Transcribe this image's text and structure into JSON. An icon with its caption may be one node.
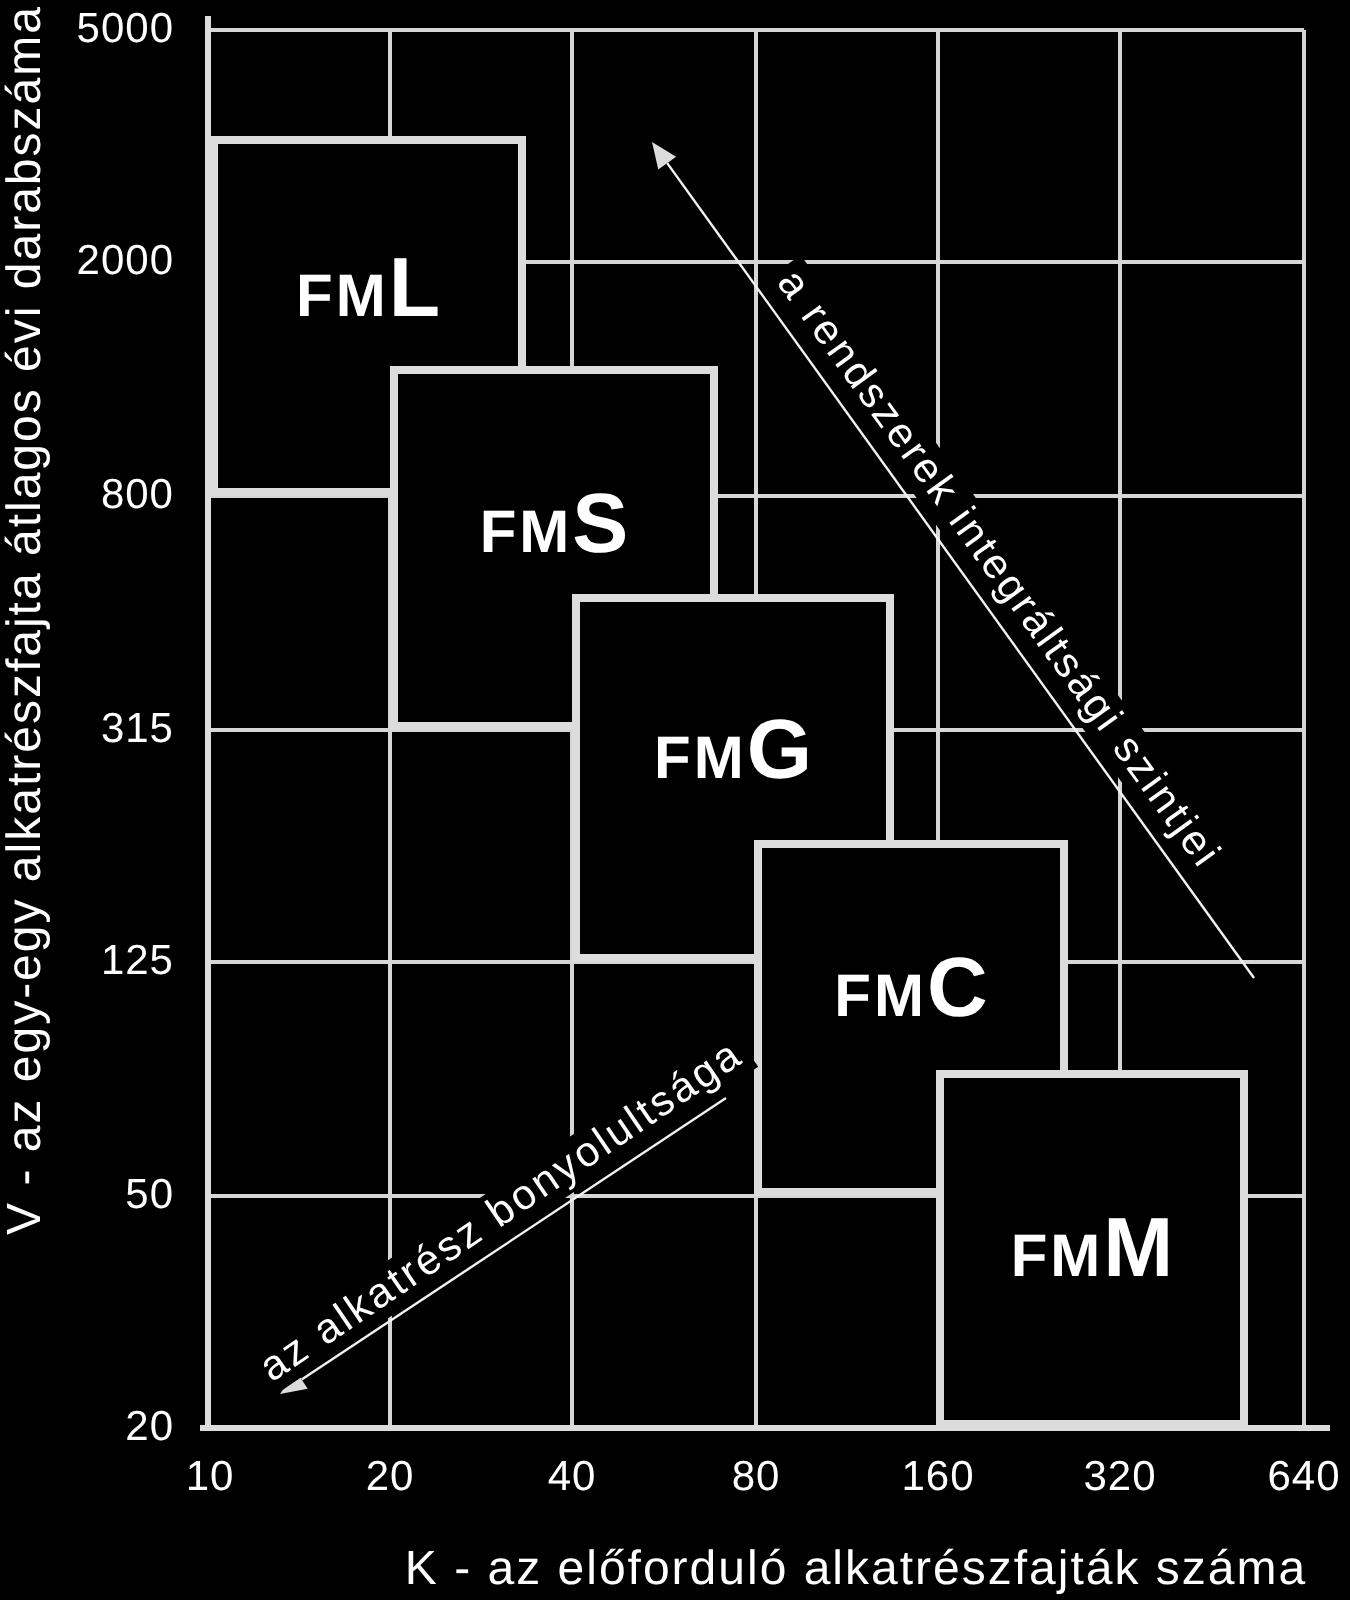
{
  "diagram": {
    "nodes": [
      {
        "text": [
          "FML"
        ]
      },
      {
        "text": [
          "FMS"
        ]
      },
      {
        "text": [
          "FMG"
        ]
      },
      {
        "text": [
          "FMC"
        ]
      },
      {
        "text": [
          "FMM"
        ]
      }
    ],
    "labels": [
      "V - az egy-egy alkatrészfajta átlagos évi darabszáma",
      "5000",
      "2000",
      "800",
      "315",
      "125",
      "50",
      "20",
      "a rendszerek integráltsági szintjei",
      "az alkatrész bonyolultsága",
      "10",
      "20",
      "40",
      "80",
      "160",
      "320",
      "640",
      "K - az előforduló alkatrészfajták száma"
    ]
  }
}
